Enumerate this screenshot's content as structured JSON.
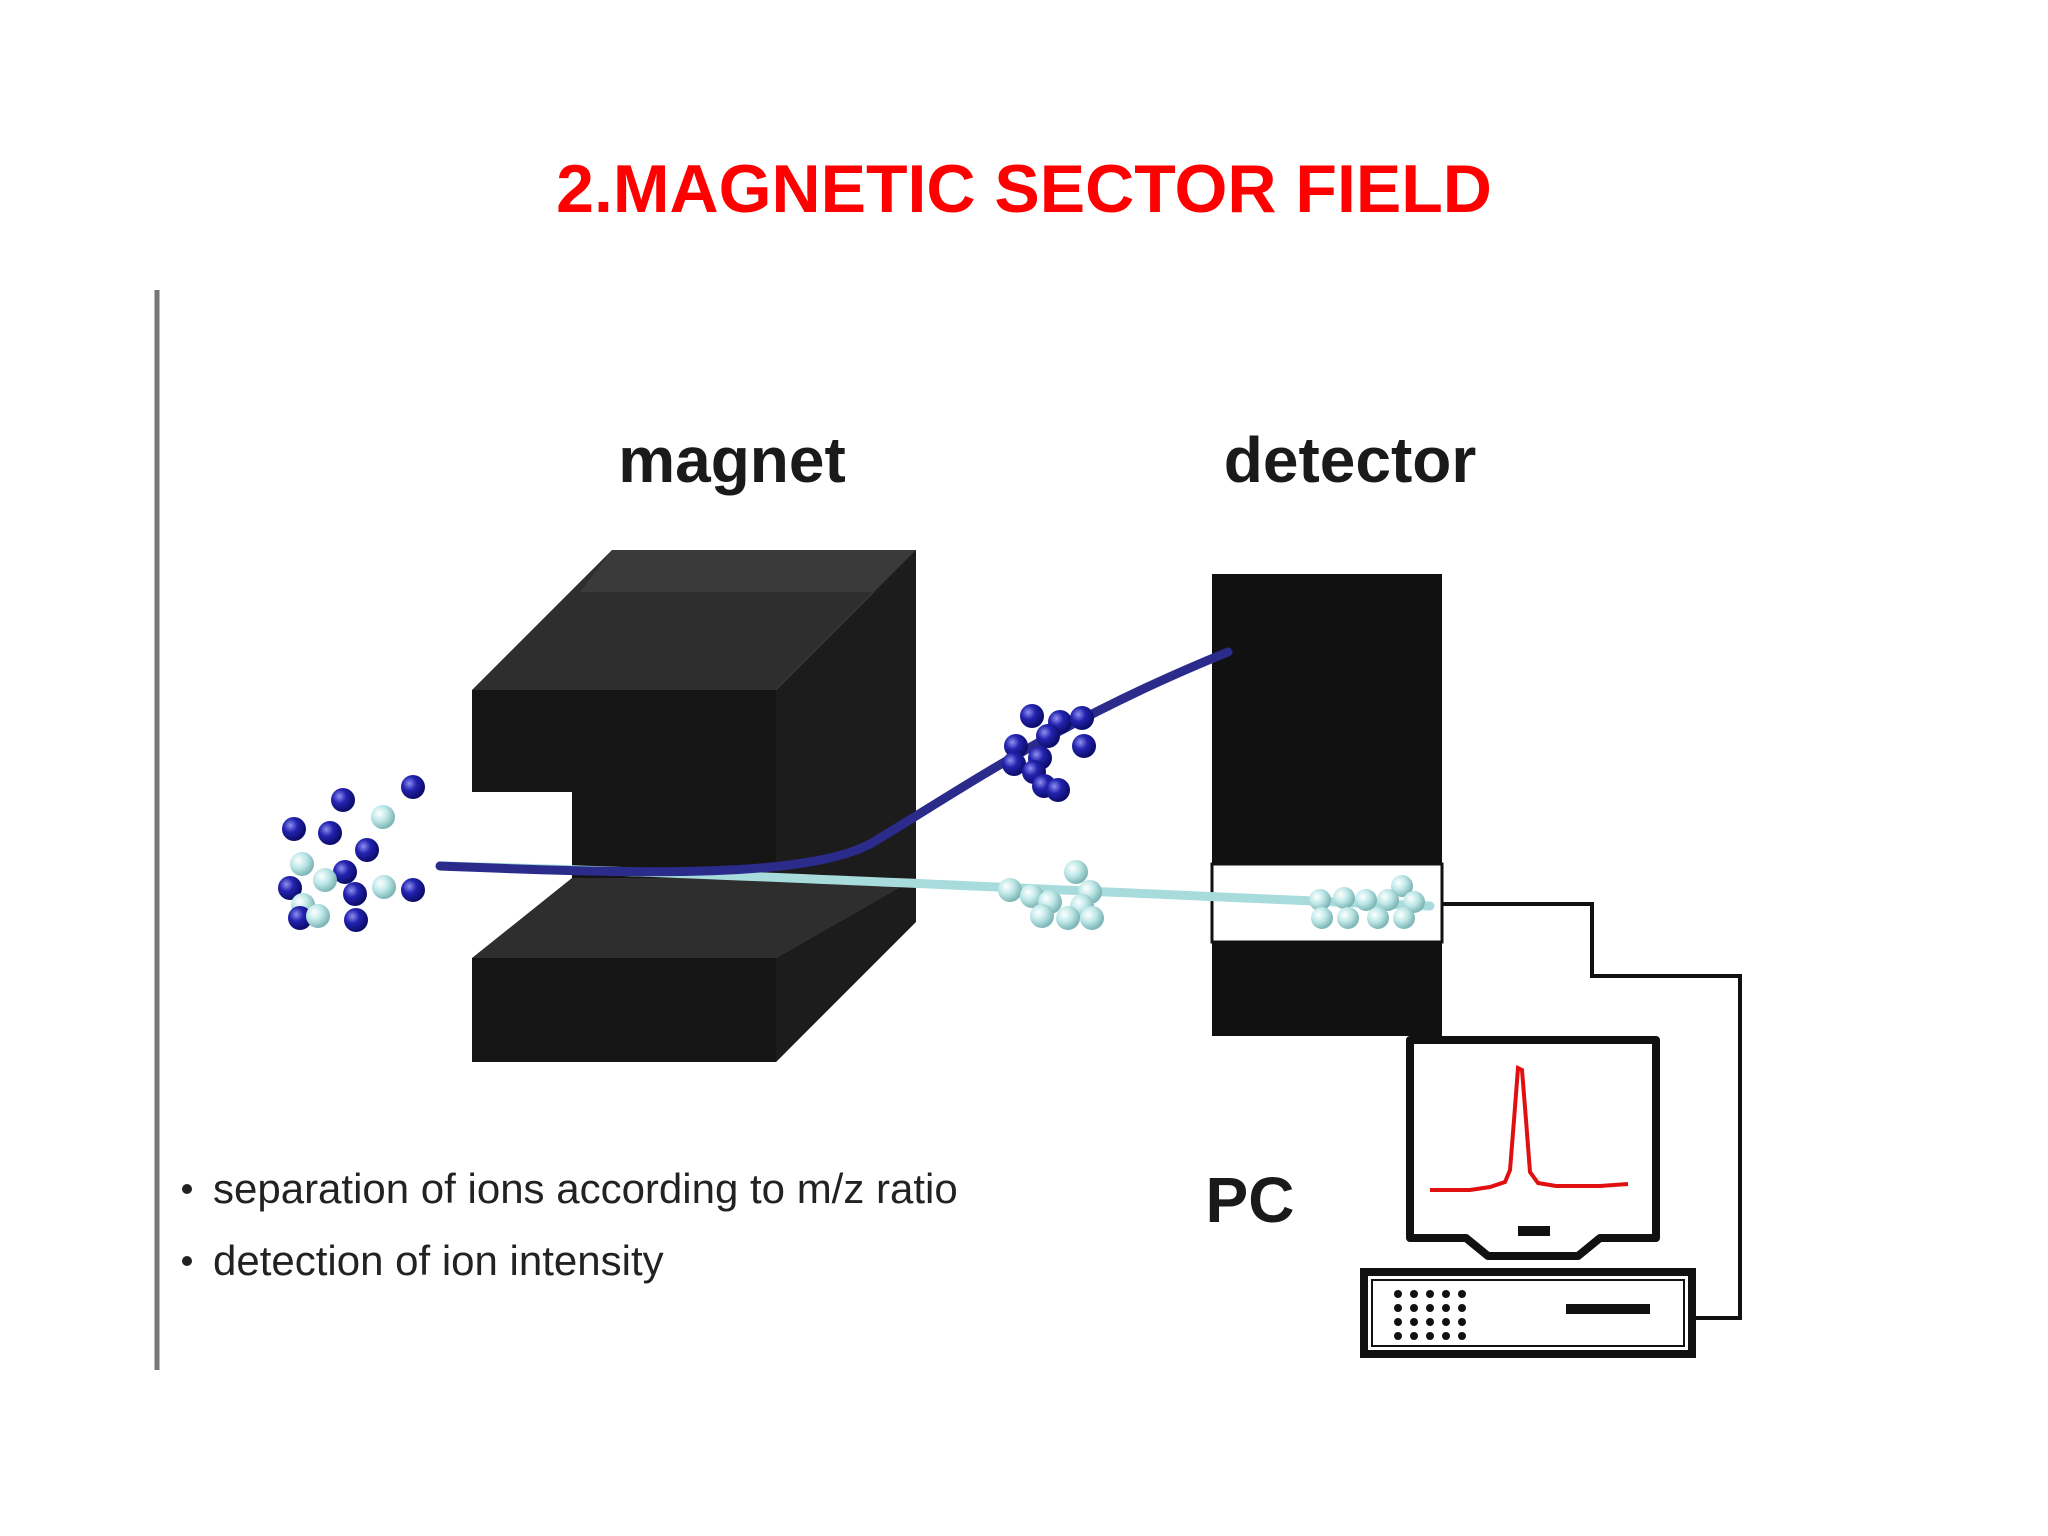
{
  "title": "2.MAGNETIC SECTOR FIELD",
  "labels": {
    "magnet": "magnet",
    "detector": "detector",
    "pc": "PC"
  },
  "bullets": [
    "separation of ions according to m/z ratio",
    "detection of ion intensity"
  ],
  "colors": {
    "title": "#ff0000",
    "heavy_ion": "#1a1a9e",
    "light_ion": "#a8dede",
    "heavy_path": "#2b2b8c",
    "light_path": "#a8dcdc",
    "spectrum": "#e01010",
    "block": "#111111"
  }
}
